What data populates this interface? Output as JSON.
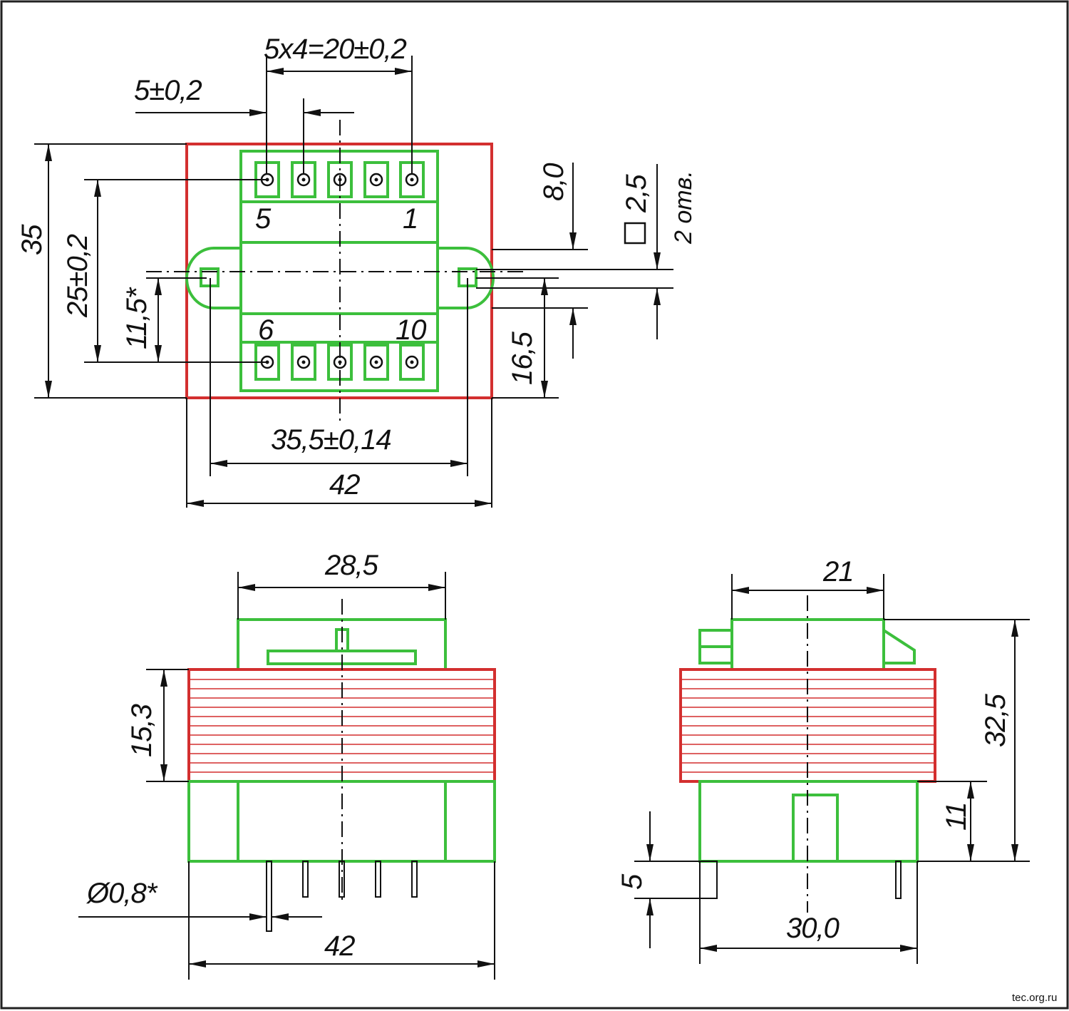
{
  "top_view": {
    "dim_pitch_total": "5x4=20±0,2",
    "dim_pitch": "5±0,2",
    "dim_height": "35",
    "dim_row_spacing": "25±0,2",
    "dim_mount_offset": "11,5*",
    "dim_mount_to_bottom": "16,5",
    "dim_8": "8,0",
    "dim_hole_size": "2,5",
    "dim_holes_count": "2 отв.",
    "dim_mount_spacing": "35,5±0,14",
    "dim_width": "42",
    "pin_label_5": "5",
    "pin_label_1": "1",
    "pin_label_6": "6",
    "pin_label_10": "10"
  },
  "front_view": {
    "dim_frame_width": "28,5",
    "dim_core_height": "15,3",
    "dim_pin_diameter": "Ø0,8*",
    "dim_width": "42"
  },
  "side_view": {
    "dim_top_width": "21",
    "dim_total_height": "32,5",
    "dim_base_height": "11",
    "dim_pin_length": "5",
    "dim_base_width": "30,0"
  },
  "watermark": "tec.org.ru",
  "colors": {
    "core": "#d32f2f",
    "bobbin": "#3cbf3c",
    "lines": "#111111"
  }
}
